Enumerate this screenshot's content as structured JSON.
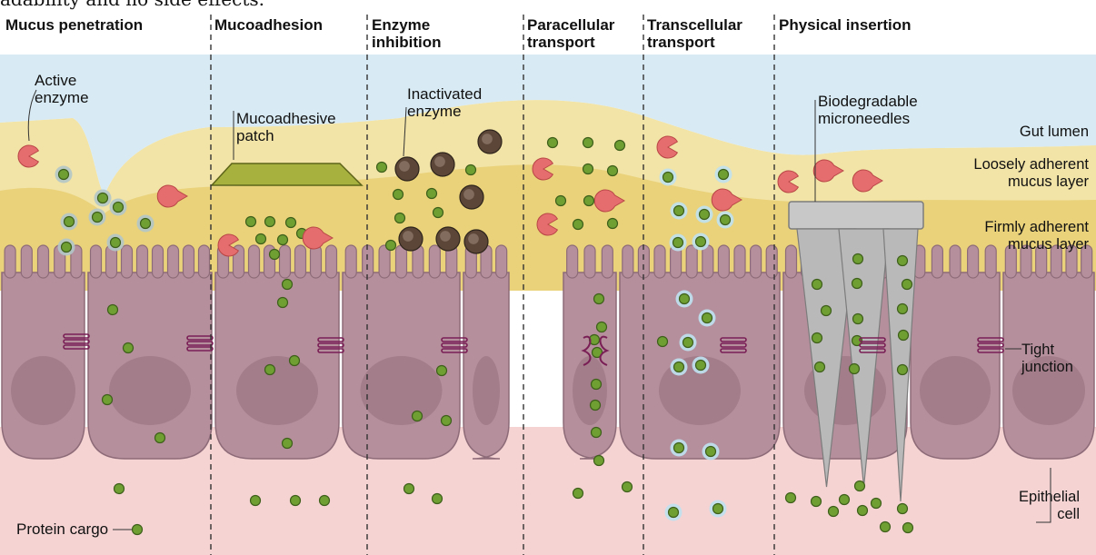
{
  "caption_fragment": "adability and no side effects.",
  "panels": [
    {
      "title": [
        "Mucus penetration"
      ]
    },
    {
      "title": [
        "Mucoadhesion"
      ]
    },
    {
      "title": [
        "Enzyme",
        "inhibition"
      ]
    },
    {
      "title": [
        "Paracellular",
        "transport"
      ]
    },
    {
      "title": [
        "Transcellular",
        "transport"
      ]
    },
    {
      "title": [
        "Physical insertion"
      ]
    }
  ],
  "labels": {
    "active_enzyme": [
      "Active",
      "enzyme"
    ],
    "mucoadhesive_patch": [
      "Mucoadhesive",
      "patch"
    ],
    "inactivated_enzyme": [
      "Inactivated",
      "enzyme"
    ],
    "microneedles": [
      "Biodegradable",
      "microneedles"
    ],
    "gut_lumen": "Gut lumen",
    "loose_mucus": [
      "Loosely adherent",
      "mucus layer"
    ],
    "firm_mucus": [
      "Firmly adherent",
      "mucus layer"
    ],
    "tight_junction": [
      "Tight",
      "junction"
    ],
    "epithelial_cell": [
      "Epithelial",
      "cell"
    ],
    "protein_cargo": "Protein cargo"
  },
  "colors": {
    "lumen": "#d8ebf4",
    "loose_mucus": "#f2e3a6",
    "firm_mucus": "#e9d27a",
    "cell": "#b58f9c",
    "cell_edge": "#8e6b78",
    "nucleus": "#9a7381",
    "submucosa": "#f5d3d3",
    "cargo": "#6f9f33",
    "enzyme": "#e66d6d",
    "inactive_enzyme": "#5b4637",
    "patch": "#a7b23e",
    "needle": "#b9b9b9",
    "junction": "#7a1f56"
  },
  "icons": [
    "active-enzyme-icon",
    "inactivated-enzyme-icon",
    "protein-cargo-icon",
    "tight-junction-icon",
    "microneedle-icon",
    "mucoadhesive-patch-icon"
  ]
}
